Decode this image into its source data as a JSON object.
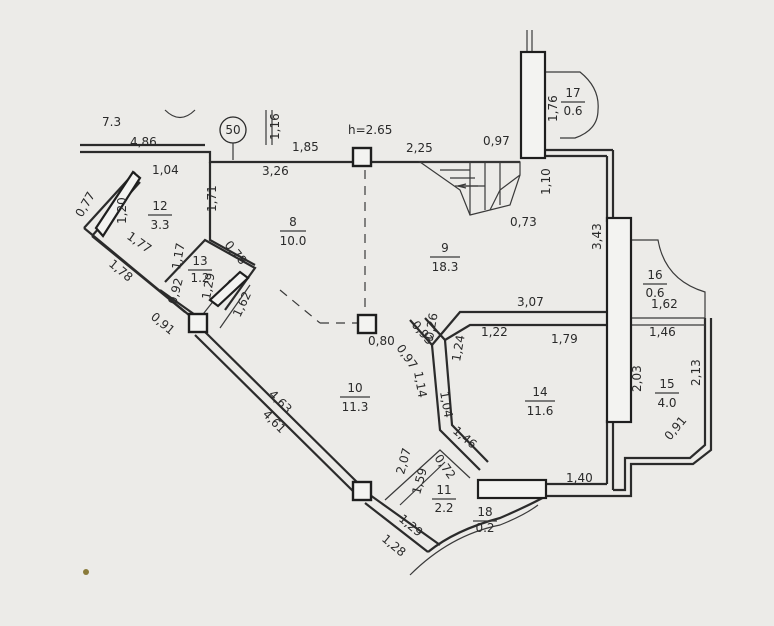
{
  "height_label": "h=2.65",
  "north_mark": "50",
  "rooms": [
    {
      "id": "rm7",
      "num": "7.3",
      "area": ""
    },
    {
      "id": "rm8",
      "num": "8",
      "area": "10.0"
    },
    {
      "id": "rm9",
      "num": "9",
      "area": "18.3"
    },
    {
      "id": "rm10",
      "num": "10",
      "area": "11.3"
    },
    {
      "id": "rm11",
      "num": "11",
      "area": "2.2"
    },
    {
      "id": "rm12",
      "num": "12",
      "area": "3.3"
    },
    {
      "id": "rm13",
      "num": "13",
      "area": "1.2"
    },
    {
      "id": "rm14",
      "num": "14",
      "area": "11.6"
    },
    {
      "id": "rm15",
      "num": "15",
      "area": "4.0"
    },
    {
      "id": "rm16",
      "num": "16",
      "area": "0.6"
    },
    {
      "id": "rm17",
      "num": "17",
      "area": "0.6"
    },
    {
      "id": "rm18",
      "num": "18",
      "area": "0.2"
    }
  ],
  "dimensions": [
    "4,86",
    "1,16",
    "1,85",
    "2,25",
    "0,97",
    "1,76",
    "1,04",
    "3,26",
    "1,10",
    "0,73",
    "1,71",
    "1,20",
    "0,77",
    "1,77",
    "1,17",
    "0,78",
    "1,78",
    "0,92",
    "1,29",
    "0,91",
    "1,62",
    "3,43",
    "3,07",
    "1,62",
    "1,46",
    "1,22",
    "1,79",
    "0,26",
    "0,93",
    "0,80",
    "0,97",
    "1,24",
    "2,03",
    "2,13",
    "1,04",
    "1,14",
    "4,63",
    "4,61",
    "0,91",
    "1,46",
    "2,07",
    "0,72",
    "1,59",
    "1,40",
    "1,29",
    "1,28"
  ]
}
